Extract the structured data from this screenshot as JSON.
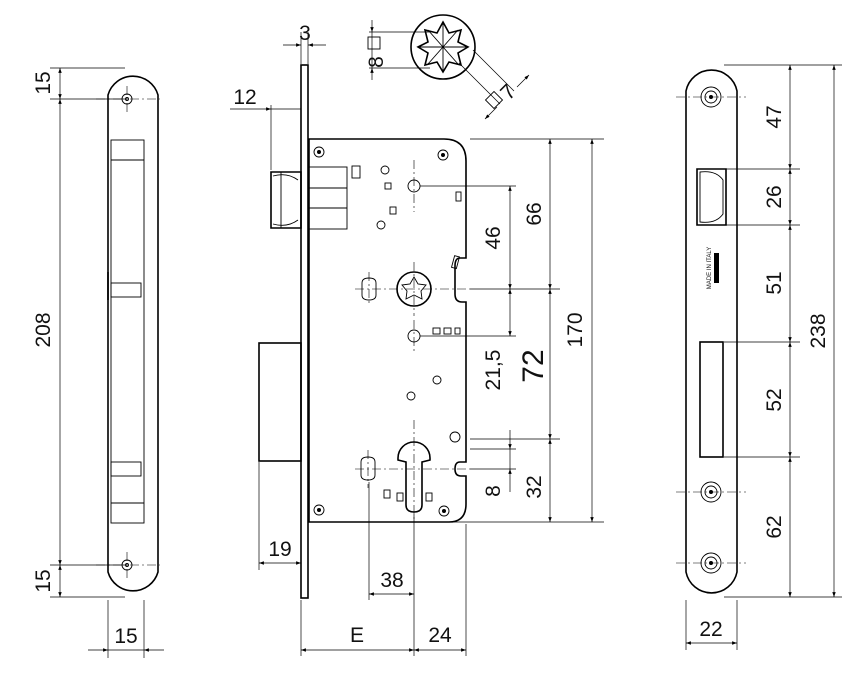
{
  "dimensions": {
    "left_top": "15",
    "left_height": "208",
    "left_bottom": "15",
    "left_width": "15",
    "side_plate": "3",
    "side_offset": "12",
    "square": "8",
    "square_spindle": "7",
    "side_bottom": "19",
    "backset": "E",
    "cyl_spacing": "38",
    "edge_24": "24",
    "spindle_46": "46",
    "top_66": "66",
    "mid_21_5": "21,5",
    "center_72": "72",
    "total_170": "170",
    "low_8": "8",
    "low_32": "32",
    "right_47": "47",
    "right_26": "26",
    "right_51": "51",
    "right_52": "52",
    "right_62": "62",
    "right_238": "238",
    "right_width": "22"
  },
  "logo_text": "MADE IN ITALY"
}
